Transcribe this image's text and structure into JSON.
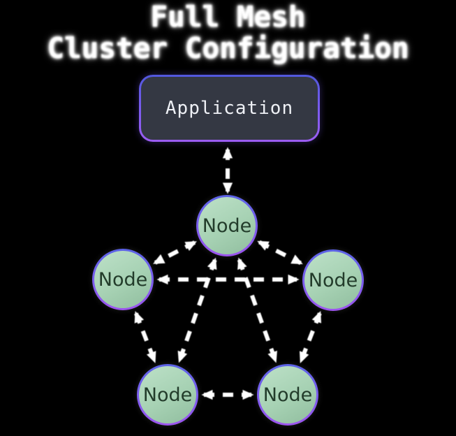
{
  "title": {
    "line1": "Full Mesh",
    "line2": "Cluster Configuration"
  },
  "application": {
    "label": "Application"
  },
  "nodes": [
    {
      "label": "Node"
    },
    {
      "label": "Node"
    },
    {
      "label": "Node"
    },
    {
      "label": "Node"
    },
    {
      "label": "Node"
    }
  ],
  "colors": {
    "background": "#000000",
    "title_text": "#ffffff",
    "box_fill": "#343843",
    "box_border_top": "#5158dd",
    "box_border_bottom": "#9c5df2",
    "box_text": "#eef0f5",
    "node_fill_light": "#bde1c8",
    "node_fill_dark": "#90bd9e",
    "node_border_top": "#5b63e6",
    "node_border_bottom": "#9d55ee",
    "node_text": "#233c2b",
    "edge_line": "#ffffff"
  }
}
